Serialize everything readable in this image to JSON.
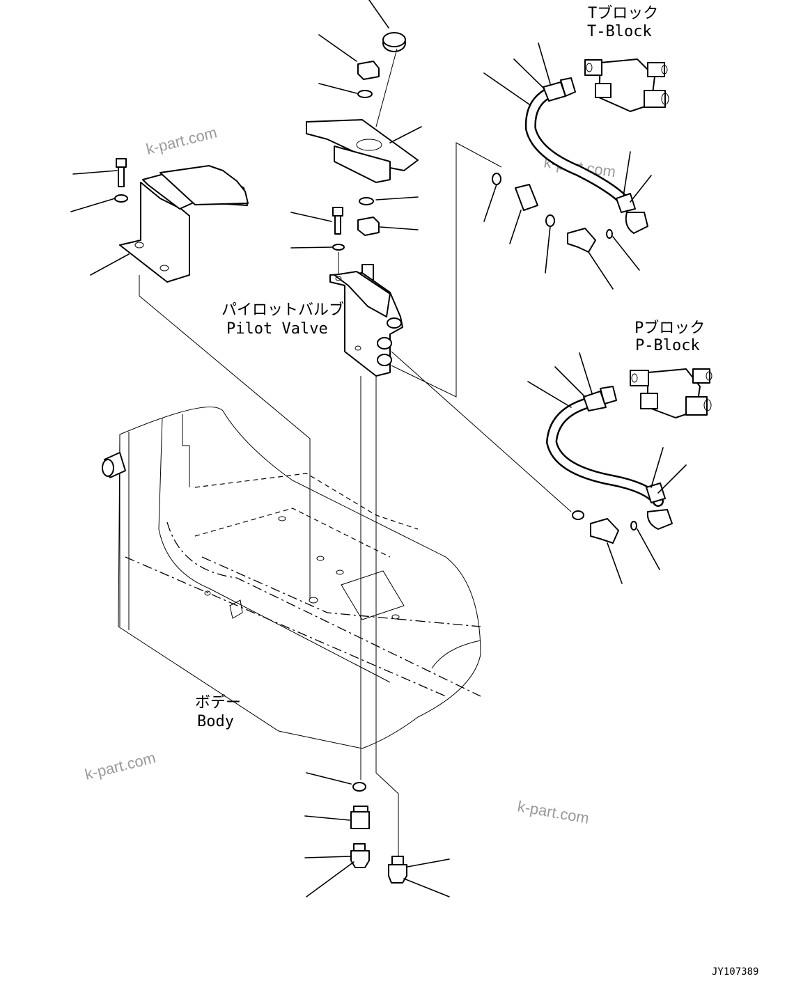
{
  "labels": {
    "t_block_jp": "Tブロック",
    "t_block_en": "T-Block",
    "p_block_jp": "Pブロック",
    "p_block_en": "P-Block",
    "pilot_valve_jp": "パイロットバルブ",
    "pilot_valve_en": "Pilot Valve",
    "body_jp": "ボデー",
    "body_en": "Body"
  },
  "drawing_code": "JY107389",
  "watermark": "k-part.com"
}
